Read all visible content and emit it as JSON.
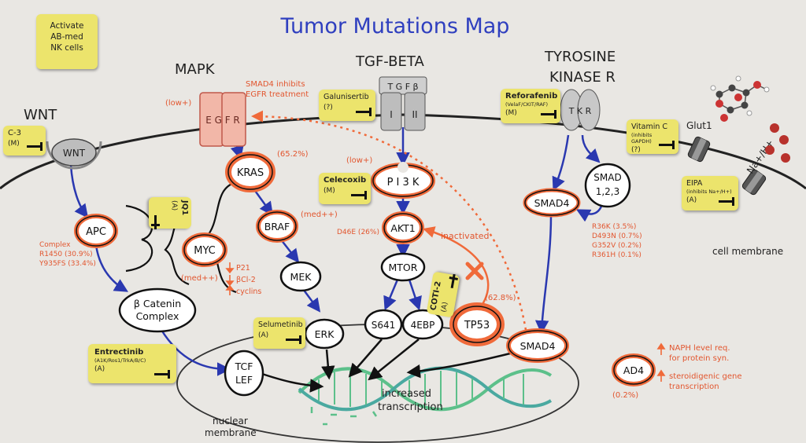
{
  "title": "Tumor Mutations Map",
  "note": {
    "line1": "Activate",
    "line2": "AB-med",
    "line3": "NK cells"
  },
  "pathways": {
    "wnt": "WNT",
    "mapk": "MAPK",
    "tgf": "TGF-BETA",
    "tk1": "TYROSINE",
    "tk2": "KINASE R"
  },
  "receptors": {
    "egfr": "E G F R",
    "egfr_level": "(low+)",
    "smad4_note1": "SMAD4 inhibits",
    "smad4_note2": "EGFR treatment",
    "tgfb_top": "T G F β",
    "tgfb_i": "I",
    "tgfb_ii": "II",
    "tkr": "T K R",
    "glut1": "Glut1",
    "nah": "Na+/H+",
    "wnt_node": "WNT"
  },
  "nodes": {
    "apc": "APC",
    "myc": "MYC",
    "beta_catenin_1": "β Catenin",
    "beta_catenin_2": "Complex",
    "kras": "KRAS",
    "braf": "BRAF",
    "mek": "MEK",
    "erk": "ERK",
    "tcf": "TCF",
    "lef": "LEF",
    "pi3k": "P I  3 K",
    "akt1": "AKT1",
    "mtor": "MTOR",
    "s641": "S641",
    "ebp": "4EBP",
    "tp53": "TP53",
    "smad4_top": "SMAD4",
    "smad4_bottom": "SMAD4",
    "smad123_1": "SMAD",
    "smad123_2": "1,2,3",
    "ad4": "AD4"
  },
  "annotations": {
    "kras_pct": "(65.2%)",
    "braf_level": "(med++)",
    "pi3k_level": "(low+)",
    "akt1_mut": "D46E (26%)",
    "inactivated": "inactivated",
    "tp53_pct": "(62.8%)",
    "myc_level": "(med++)",
    "p21": "P21",
    "bcl2": "βCl-2",
    "cyclins": "cyclins",
    "apc_1": "Complex",
    "apc_2": "R1450 (30.9%)",
    "apc_3": "Y935FS (33.4%)",
    "smad_m1": "R36K (3.5%)",
    "smad_m2": "D493N (0.7%)",
    "smad_m3": "G352V (0.2%)",
    "smad_m4": "R361H (0.1%)",
    "ad4_pct": "(0.2%)",
    "naph_1": "NAPH level req.",
    "naph_2": "for protein syn.",
    "ster_1": "steroidigenic gene",
    "ster_2": "transcription",
    "cell_membrane": "cell membrane",
    "nuclear_1": "nuclear",
    "nuclear_2": "membrane",
    "increased_1": "increased",
    "increased_2": "transcription"
  },
  "drugs": {
    "c3": {
      "name": "C-3",
      "code": "(M)"
    },
    "jq1": {
      "name": "JQ1",
      "code": "(A)"
    },
    "entrectinib": {
      "name": "Entrectinib",
      "sub": "(A1K/Ros1/TrkA/B/C)",
      "code": "(A)"
    },
    "galunisertib": {
      "name": "Galunisertib",
      "code": "(?)"
    },
    "celecoxib": {
      "name": "Celecoxib",
      "code": "(M)"
    },
    "selumetinib": {
      "name": "Selumetinib",
      "code": "(A)"
    },
    "coti2": {
      "name": "COTI-2",
      "code": "(A)"
    },
    "reforafenib": {
      "name": "Reforafenib",
      "sub": "(VelaF/CKIT/RAF)",
      "code": "(M)"
    },
    "vitaminc": {
      "name": "Vitamin C",
      "sub": "(inhibits GAPDH)",
      "code": "(?)"
    },
    "eipa": {
      "name": "EIPA",
      "sub": "(inhibits Na+/H+)",
      "code": "(A)"
    }
  },
  "colors": {
    "background": "#e9e7e3",
    "title_blue": "#2f3fbf",
    "mutation_orange": "#f06a3a",
    "arrow_blue": "#2a38b0",
    "sticky_yellow": "#ece46c",
    "dna_green": "#5cc08a"
  }
}
